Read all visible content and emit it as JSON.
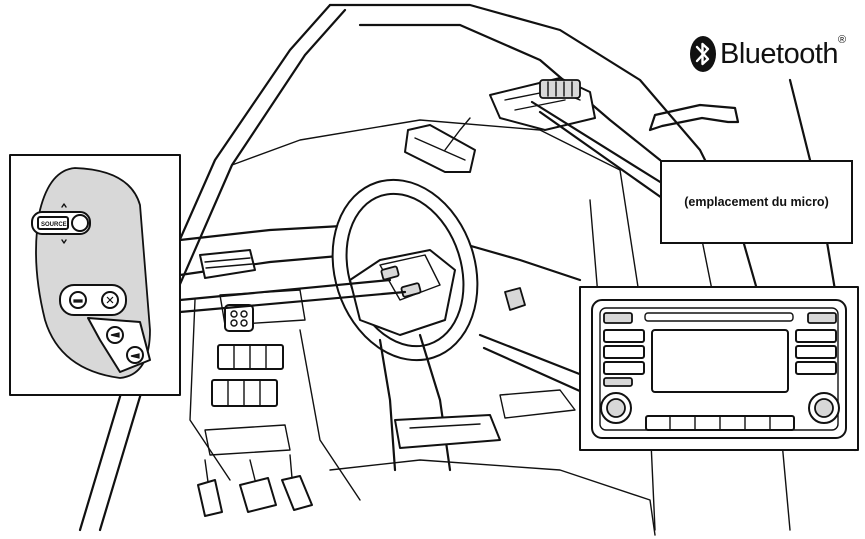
{
  "brand": {
    "name": "Bluetooth",
    "registered": "®",
    "icon": "bluetooth-icon"
  },
  "callout": {
    "mic_label": "(emplacement du micro)"
  },
  "steering_panel": {
    "source_button_label": "SOURCE"
  }
}
